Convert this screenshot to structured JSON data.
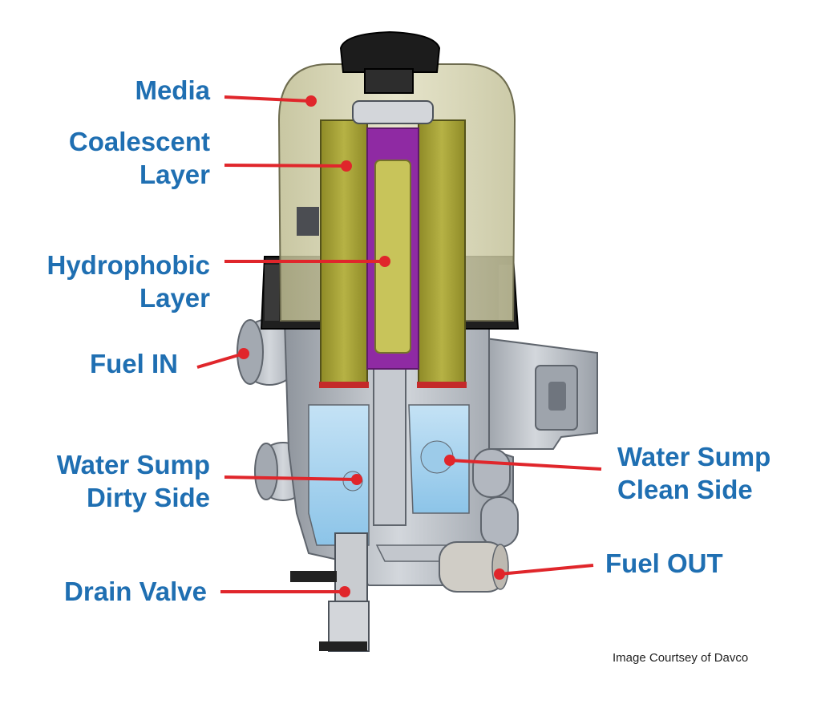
{
  "colors": {
    "label": "#1f6fb2",
    "leader": "#e0262b",
    "housing": "#b9bec6",
    "housing_dark": "#6f757e",
    "bowl": "#c9c79a",
    "filter_media": "#a8a436",
    "inner_core": "#c8c45a",
    "inner_tube": "#b23cc4",
    "water": "#a8d4f0",
    "cap": "#1a1a1a"
  },
  "labels": {
    "media": "Media",
    "coalescent_1": "Coalescent",
    "coalescent_2": "Layer",
    "hydrophobic_1": "Hydrophobic",
    "hydrophobic_2": "Layer",
    "fuel_in": "Fuel IN",
    "dirty_1": "Water Sump",
    "dirty_2": "Dirty Side",
    "clean_1": "Water Sump",
    "clean_2": "Clean Side",
    "fuel_out": "Fuel OUT",
    "drain_valve": "Drain Valve"
  },
  "credit": "Image Courtsey of Davco"
}
